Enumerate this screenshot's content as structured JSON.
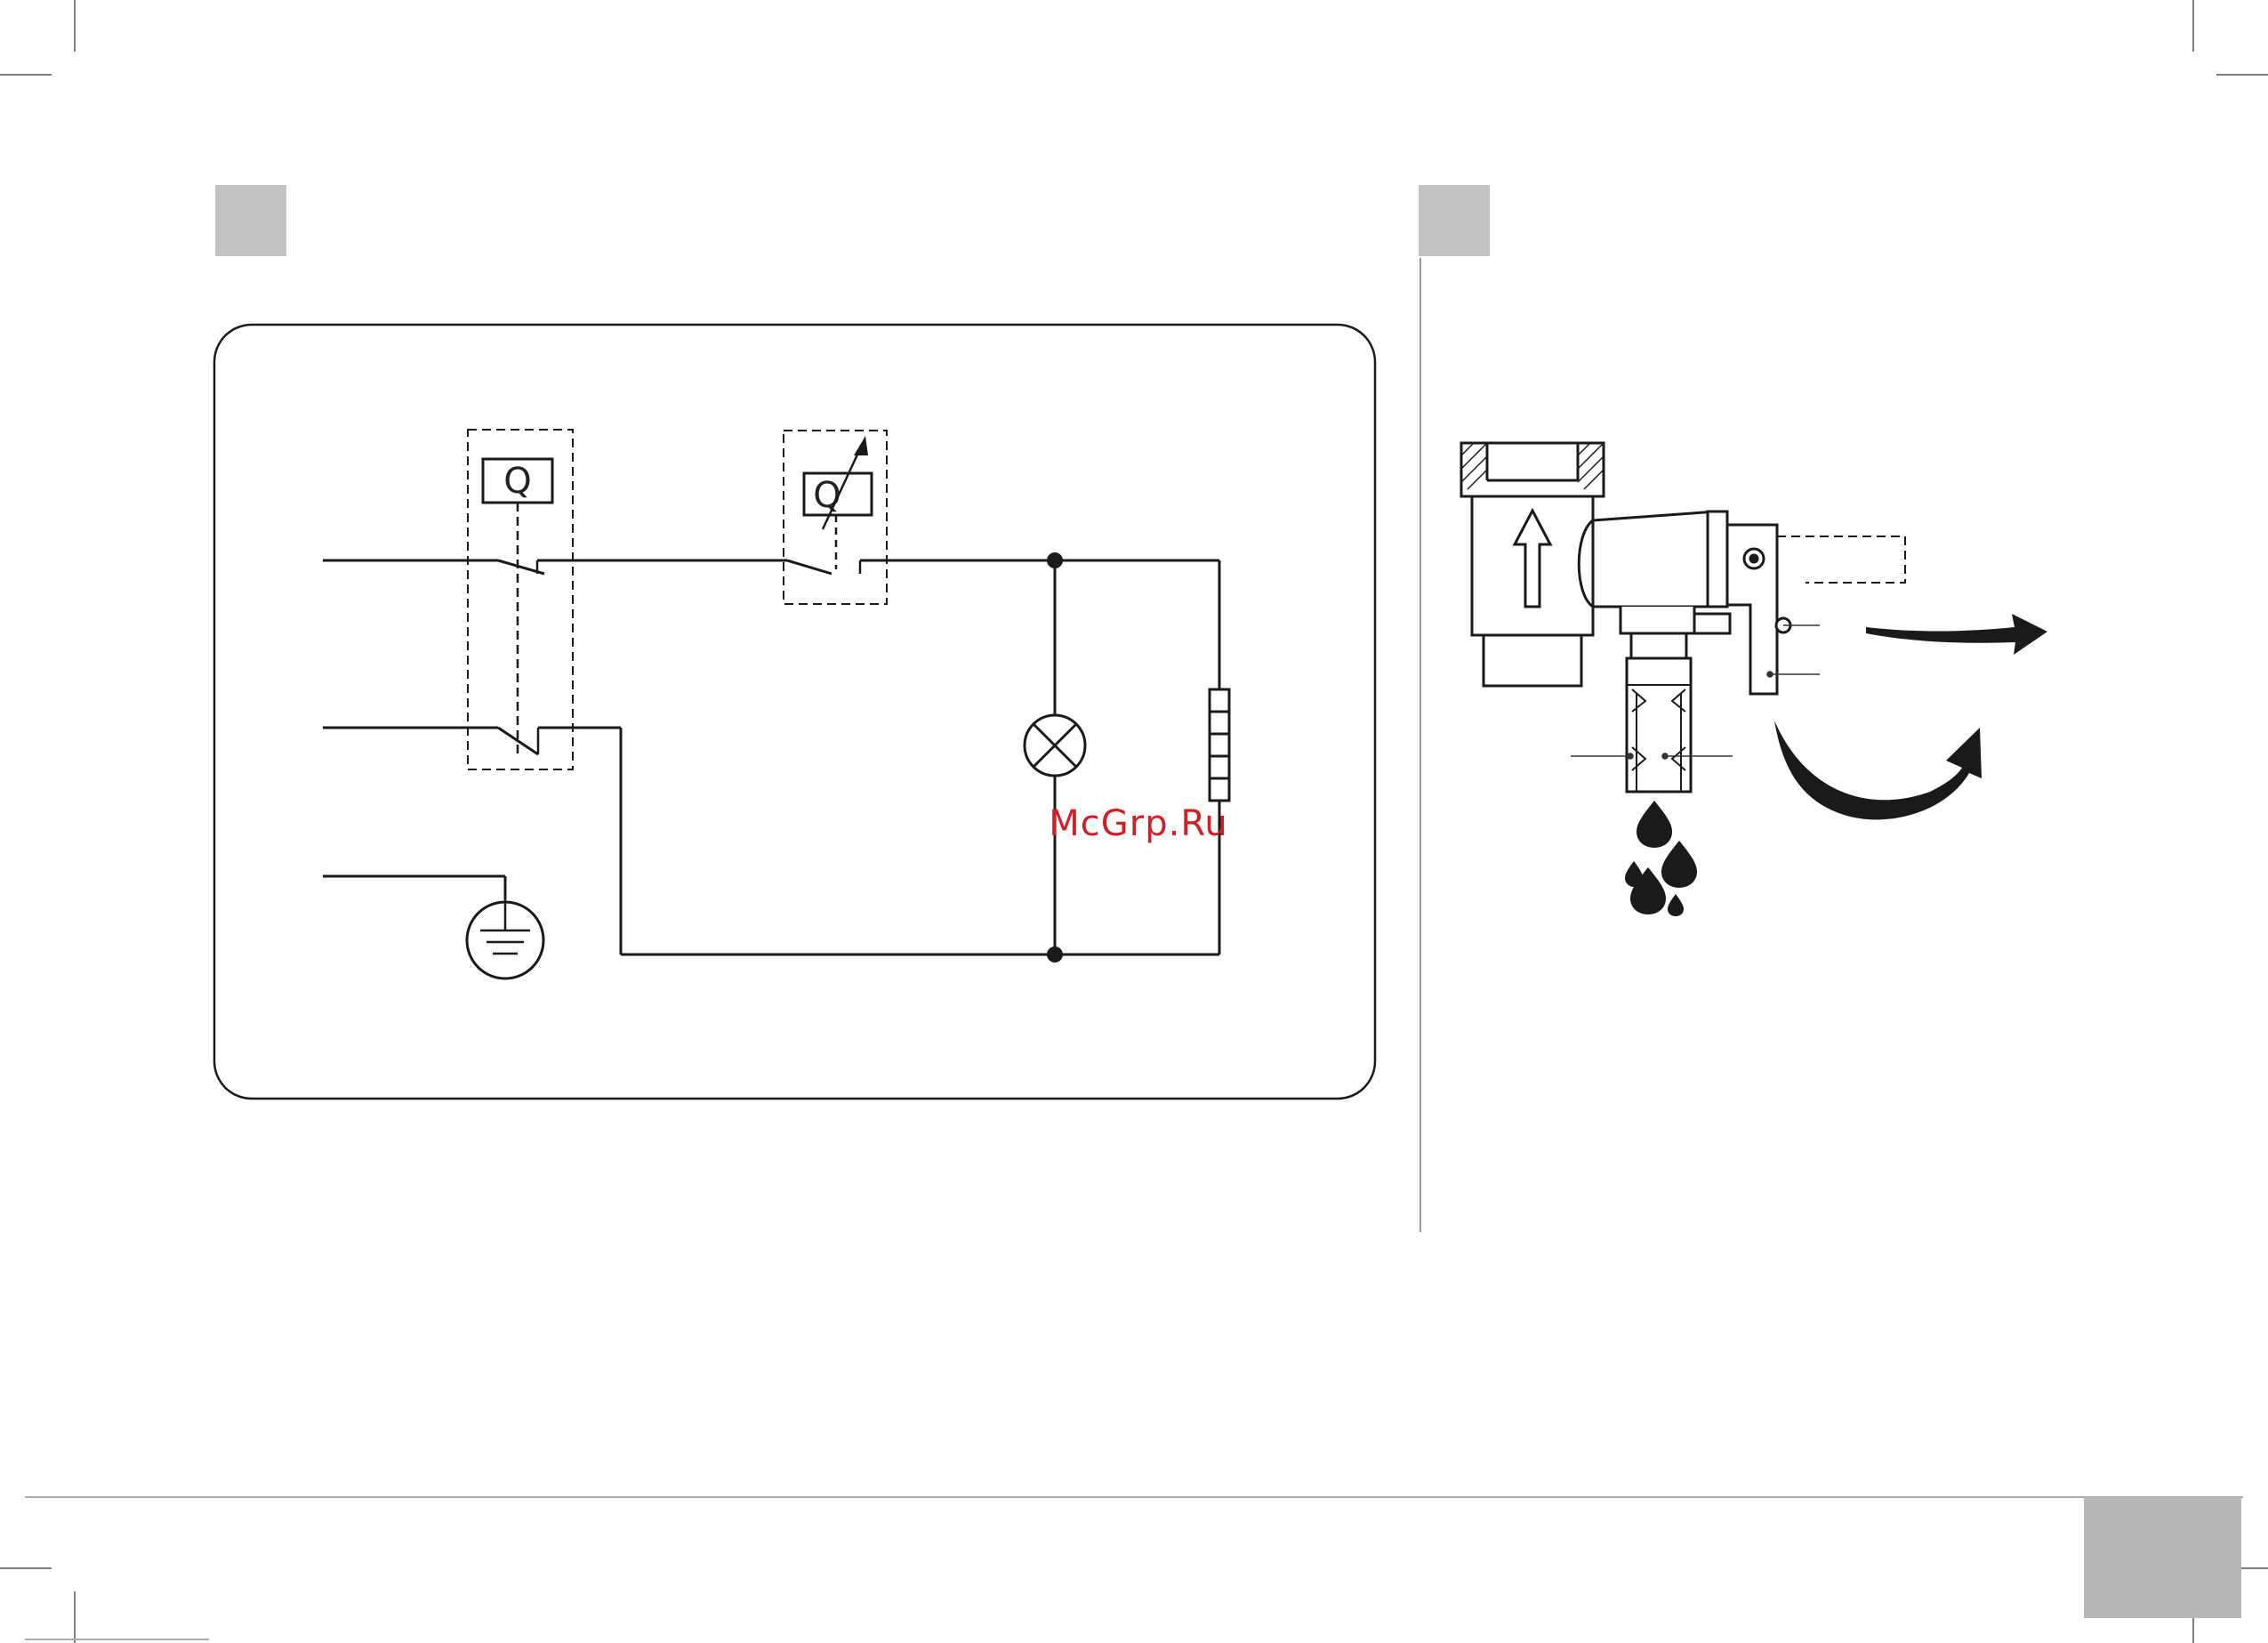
{
  "circuit": {
    "breaker_label": "Q",
    "thermostat_label": "Q"
  },
  "watermark": {
    "text": "McGrp.Ru",
    "color": "#d21f26"
  },
  "colors": {
    "section_marker": "#c2c2c2",
    "page_marker": "#b8b8b8",
    "line": "#1a1a1a"
  },
  "icons": [
    "ground-icon",
    "lamp-icon",
    "heating-element-icon",
    "up-arrow-icon",
    "water-drop-icon",
    "rotate-arrow-icon",
    "outflow-arrow-icon"
  ]
}
